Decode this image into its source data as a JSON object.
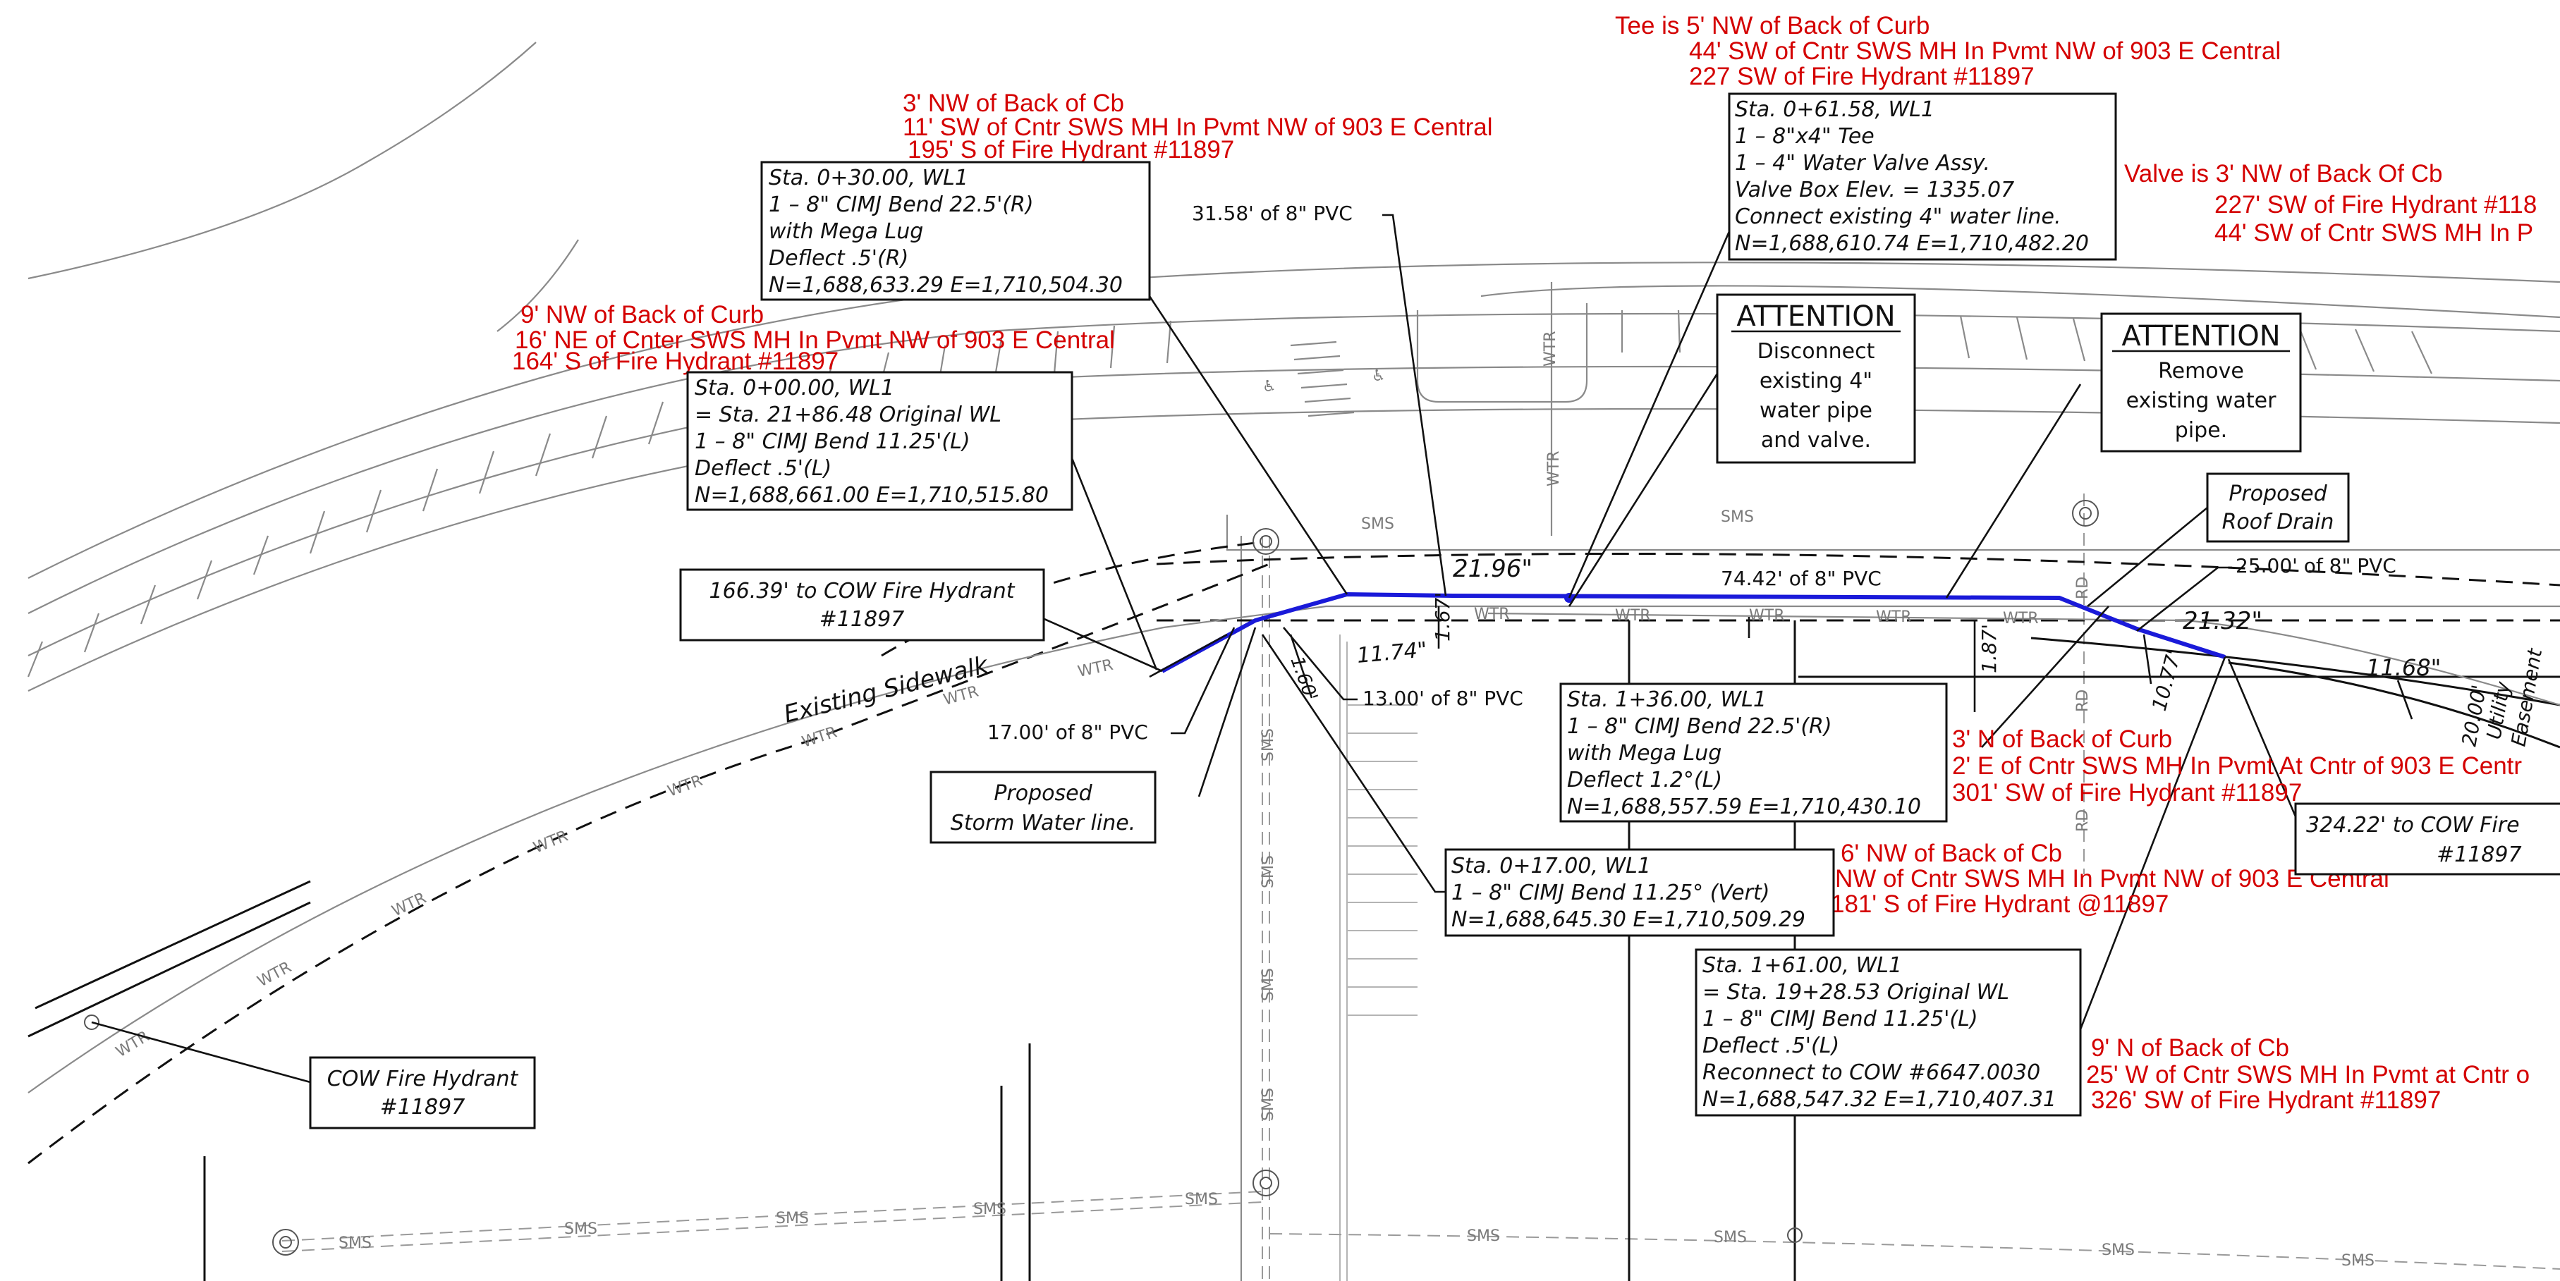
{
  "callouts": {
    "sta_0_00": {
      "lines": [
        "Sta. 0+00.00, WL1",
        "= Sta. 21+86.48 Original WL",
        "1 – 8\" CIMJ Bend 11.25'(L)",
        "Deflect .5'(L)",
        "N=1,688,661.00 E=1,710,515.80"
      ]
    },
    "sta_0_30": {
      "lines": [
        "Sta. 0+30.00, WL1",
        "1 – 8\" CIMJ Bend 22.5'(R)",
        "with Mega Lug",
        "Deflect .5'(R)",
        "N=1,688,633.29 E=1,710,504.30"
      ]
    },
    "sta_0_61": {
      "lines": [
        "Sta. 0+61.58, WL1",
        "1 – 8\"x4\" Tee",
        "1 – 4\" Water Valve Assy.",
        "Valve Box Elev. = 1335.07",
        "Connect existing 4\" water line.",
        "N=1,688,610.74 E=1,710,482.20"
      ]
    },
    "sta_1_36": {
      "lines": [
        "Sta. 1+36.00, WL1",
        "1 – 8\" CIMJ Bend 22.5'(R)",
        "with Mega Lug",
        "Deflect 1.2°(L)",
        "N=1,688,557.59 E=1,710,430.10"
      ]
    },
    "sta_0_17": {
      "lines": [
        "Sta. 0+17.00, WL1",
        "1 – 8\" CIMJ Bend 11.25° (Vert)",
        "N=1,688,645.30 E=1,710,509.29"
      ]
    },
    "sta_1_61": {
      "lines": [
        "Sta. 1+61.00, WL1",
        "= Sta. 19+28.53 Original WL",
        "1 – 8\" CIMJ Bend 11.25'(L)",
        "Deflect .5'(L)",
        "Reconnect to COW #6647.0030",
        "N=1,688,547.32 E=1,710,407.31"
      ]
    },
    "hydrant_166": {
      "lines": [
        "166.39' to COW Fire Hydrant",
        "#11897"
      ]
    },
    "hydrant_324": {
      "lines": [
        "324.22' to COW Fire",
        "#11897"
      ]
    },
    "cow_hydrant": {
      "lines": [
        "COW Fire Hydrant",
        "#11897"
      ]
    },
    "storm_water": {
      "lines": [
        "Proposed",
        "Storm Water line."
      ]
    },
    "roof_drain": {
      "lines": [
        "Proposed",
        "Roof Drain"
      ]
    },
    "attention_1": {
      "title": "ATTENTION",
      "lines": [
        "Disconnect",
        "existing 4\"",
        "water pipe",
        "and valve."
      ]
    },
    "attention_2": {
      "title": "ATTENTION",
      "lines": [
        "Remove",
        "existing water",
        "pipe."
      ]
    }
  },
  "red_notes": {
    "tee": [
      "Tee is 5' NW of Back of Curb",
      "44' SW of Cntr SWS MH In Pvmt NW of 903 E Central",
      "227 SW of Fire Hydrant #11897"
    ],
    "back_cb_3": [
      "3' NW of Back of Cb",
      "11' SW of Cntr SWS MH In Pvmt NW of 903 E Central",
      "195' S of Fire Hydrant #11897"
    ],
    "valve": [
      "Valve is 3' NW of Back Of Cb",
      "227' SW of Fire Hydrant #118",
      "44' SW of Cntr SWS MH In P"
    ],
    "back_curb_9": [
      "9' NW of Back of Curb",
      "16' NE of Cnter SWS MH In Pvmt NW of 903 E Central",
      "164' S of Fire Hydrant #11897"
    ],
    "n_curb_3": [
      "3' N of Back of Curb",
      "2' E of Cntr SWS MH In Pvmt At Cntr of 903 E Centr",
      "301' SW of Fire Hydrant #11897"
    ],
    "nw_cb_6": [
      "6' NW of Back of Cb",
      "NW of Cntr SWS MH In Pvmt NW of 903 E Central",
      "181' S of Fire Hydrant @11897"
    ],
    "n_cb_9": [
      "9' N of Back of Cb",
      "25' W of Cntr SWS MH In Pvmt at Cntr o",
      "326' SW of Fire Hydrant #11897"
    ]
  },
  "dimensions": {
    "pvc_31": "31.58' of 8\" PVC",
    "pvc_74": "74.42' of 8\" PVC",
    "pvc_25": "25.00' of 8\" PVC",
    "pvc_17": "17.00' of 8\" PVC",
    "pvc_13": "13.00' of 8\" PVC",
    "d_2196": "21.96\"",
    "d_2132": "21.32\"",
    "d_1174": "11.74\"",
    "d_1168": "11.68\"",
    "d_187": "1.87'",
    "d_1167": "1.67'",
    "d_1077": "10.77'",
    "d_160": "1.60'",
    "easement": [
      "20.00'",
      "Utility",
      "Easement"
    ]
  },
  "labels": {
    "sidewalk": "Existing Sidewalk",
    "wtr": "WTR",
    "sms": "SMS",
    "rd": "RD"
  },
  "colors": {
    "proposed_pipe": "#1a1ad9",
    "note_red": "#d40000",
    "linework": "#111111",
    "existing": "#8a8a8a"
  }
}
